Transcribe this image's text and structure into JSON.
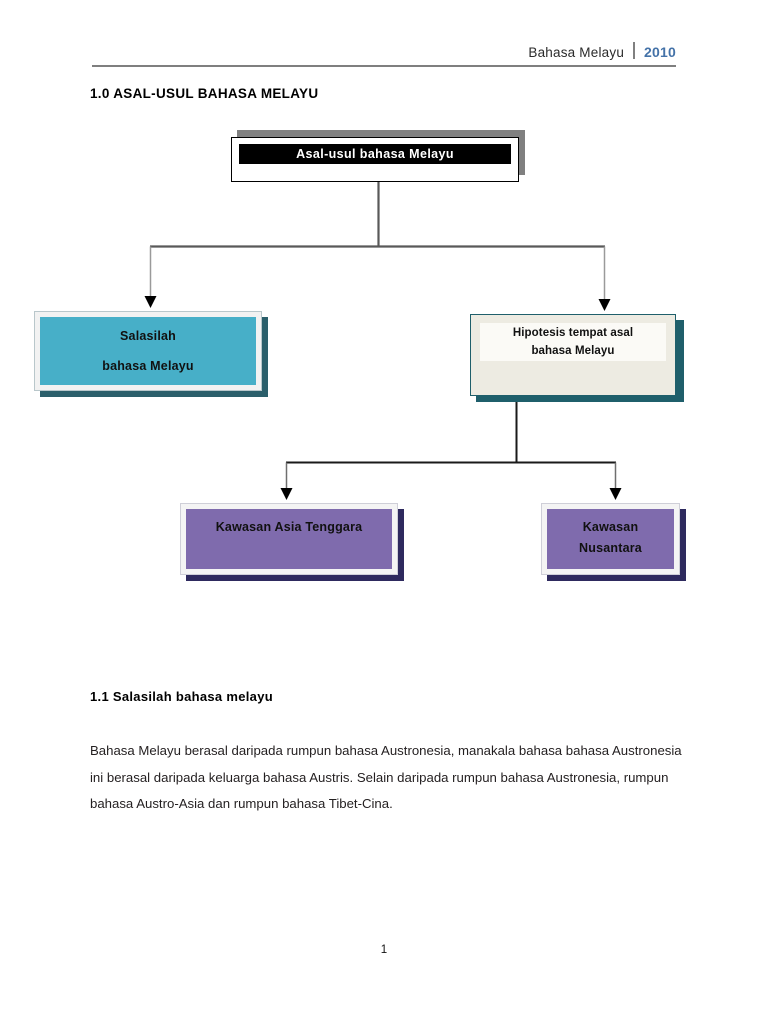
{
  "header": {
    "title": "Bahasa Melayu",
    "year": "2010"
  },
  "headings": {
    "section_1_0": "1.0 ASAL-USUL BAHASA MELAYU",
    "section_1_1": "1.1 Salasilah bahasa melayu"
  },
  "diagram": {
    "root": {
      "label": "Asal-usul bahasa Melayu",
      "fill": "#000000",
      "text_color": "#ffffff",
      "shadow": "#808080"
    },
    "salasilah": {
      "line1": "Salasilah",
      "line2": "bahasa Melayu",
      "fill": "#47afc8",
      "shadow": "#2b5f6b"
    },
    "hipotesis": {
      "line1": "Hipotesis tempat asal",
      "line2": "bahasa Melayu",
      "fill": "#edebe2",
      "panel": "#fbfaf6",
      "border": "#1f5f6b"
    },
    "asia_tenggara": {
      "label": "Kawasan Asia Tenggara",
      "fill": "#7f6bad",
      "shadow": "#2e2a5e"
    },
    "nusantara": {
      "line1": "Kawasan",
      "line2": "Nusantara",
      "fill": "#7f6bad",
      "shadow": "#2e2a5e"
    }
  },
  "body": {
    "paragraph_1_1": "Bahasa Melayu berasal daripada rumpun bahasa Austronesia, manakala bahasa bahasa Austronesia ini berasal daripada keluarga bahasa Austris. Selain daripada rumpun bahasa Austronesia, rumpun bahasa Austro-Asia dan rumpun bahasa Tibet-Cina."
  },
  "footer": {
    "page_number": "1"
  }
}
